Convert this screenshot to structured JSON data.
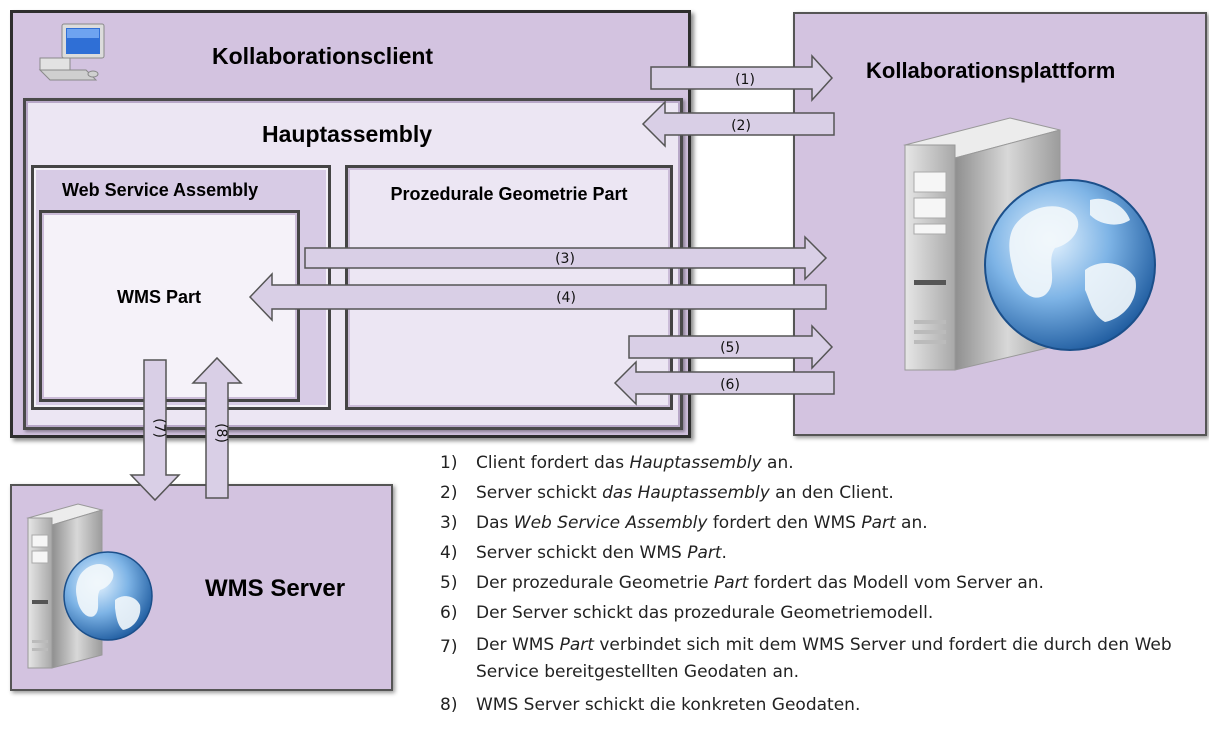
{
  "client": {
    "title": "Kollaborationsclient",
    "icon": "desktop-computer-icon"
  },
  "hauptassembly": {
    "title": "Hauptassembly"
  },
  "web_service_assembly": {
    "title": "Web Service Assembly"
  },
  "wms_part": {
    "title": "WMS Part"
  },
  "prozedurale_part": {
    "title": "Prozedurale Geometrie Part"
  },
  "platform": {
    "title": "Kollaborationsplattform",
    "icon": "web-server-globe-icon"
  },
  "wms_server": {
    "title": "WMS Server",
    "icon": "web-server-globe-icon"
  },
  "arrows": [
    "(1)",
    "(2)",
    "(3)",
    "(4)",
    "(5)",
    "(6)",
    "(7)",
    "(8)"
  ],
  "legend": [
    {
      "num": "1)",
      "parts": [
        {
          "t": "Client fordert das "
        },
        {
          "t": "Hauptassembly",
          "i": true
        },
        {
          "t": " an."
        }
      ]
    },
    {
      "num": "2)",
      "parts": [
        {
          "t": "Server schickt "
        },
        {
          "t": "das Hauptassembly",
          "i": true
        },
        {
          "t": " an den Client."
        }
      ]
    },
    {
      "num": "3)",
      "parts": [
        {
          "t": "Das "
        },
        {
          "t": "Web Service Assembly",
          "i": true
        },
        {
          "t": " fordert den WMS "
        },
        {
          "t": "Part",
          "i": true
        },
        {
          "t": " an."
        }
      ]
    },
    {
      "num": "4)",
      "parts": [
        {
          "t": "Server schickt den WMS "
        },
        {
          "t": "Part",
          "i": true
        },
        {
          "t": "."
        }
      ]
    },
    {
      "num": "5)",
      "parts": [
        {
          "t": "Der prozedurale Geometrie "
        },
        {
          "t": "Part",
          "i": true
        },
        {
          "t": " fordert das Modell vom Server an."
        }
      ]
    },
    {
      "num": "6)",
      "parts": [
        {
          "t": "Der Server schickt das prozedurale Geometriemodell."
        }
      ]
    },
    {
      "num": "7)",
      "parts": [
        {
          "t": "Der WMS "
        },
        {
          "t": "Part",
          "i": true
        },
        {
          "t": " verbindet sich mit dem WMS Server und fordert die durch den Web Service bereitgestellten  Geodaten an."
        }
      ]
    },
    {
      "num": "8)",
      "parts": [
        {
          "t": "WMS Server schickt die konkreten Geodaten."
        }
      ]
    }
  ],
  "colors": {
    "box_fill": "#d3c3e0",
    "light_fill": "#ece6f3",
    "arrow_fill": "#d9cfe6",
    "border": "#444444"
  }
}
